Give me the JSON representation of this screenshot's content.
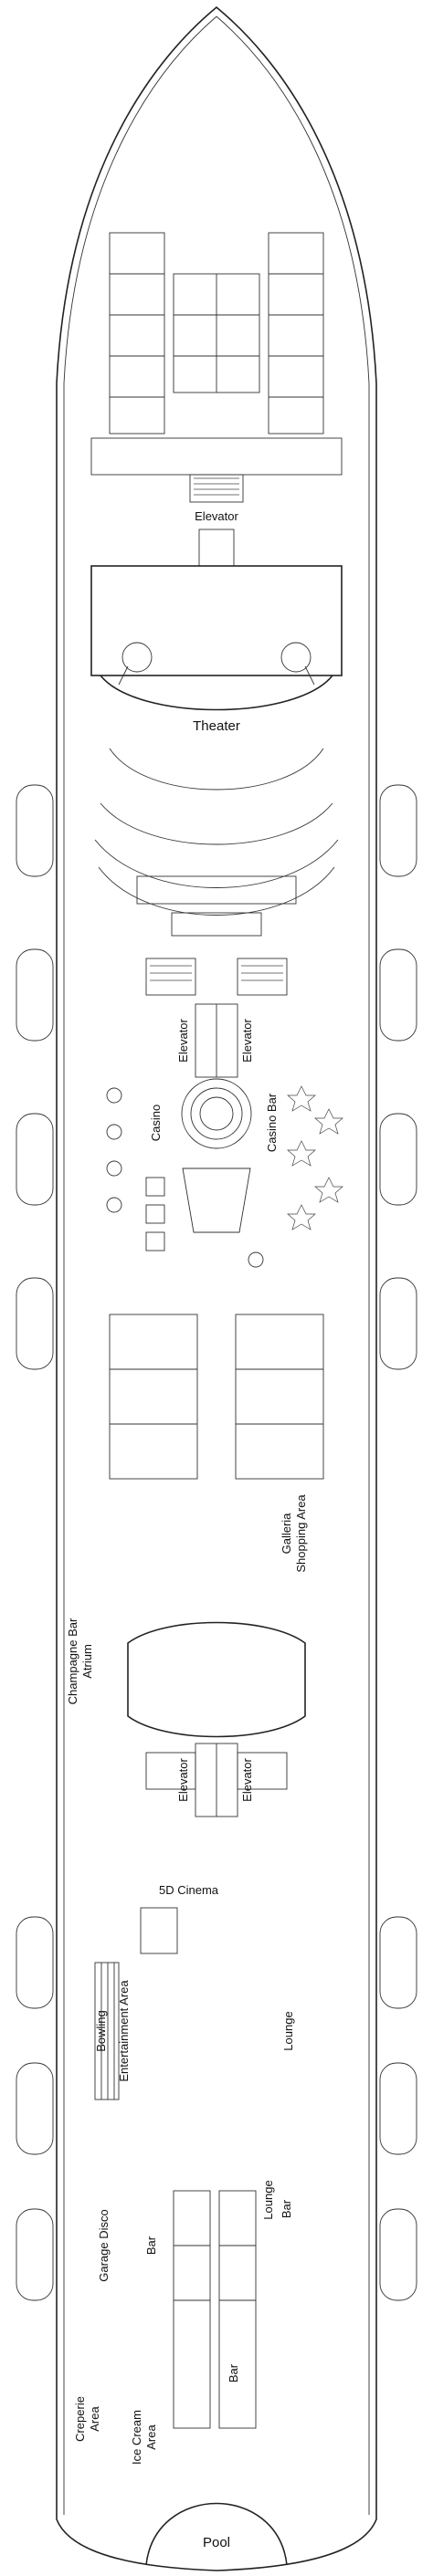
{
  "labels": {
    "elevator_fwd": "Elevator",
    "theater": "Theater",
    "elevator_mid_1": "Elevator",
    "elevator_mid_2": "Elevator",
    "casino": "Casino",
    "casino_bar": "Casino Bar",
    "galleria": "Galleria",
    "shopping_area": "Shopping Area",
    "champagne_bar": "Champagne Bar",
    "atrium": "Atrium",
    "elevator_aft_1": "Elevator",
    "elevator_aft_2": "Elevator",
    "cinema_5d": "5D Cinema",
    "bowling": "Bowling",
    "entertainment_area": "Entertainment Area",
    "lounge_1": "Lounge",
    "lounge_2": "Lounge",
    "bar_1": "Bar",
    "garage_disco": "Garage Disco",
    "bar_2": "Bar",
    "bar_3": "Bar",
    "creperie": "Creperie",
    "area_1": "Area",
    "ice_cream": "Ice Cream",
    "area_2": "Area",
    "pool": "Pool"
  }
}
